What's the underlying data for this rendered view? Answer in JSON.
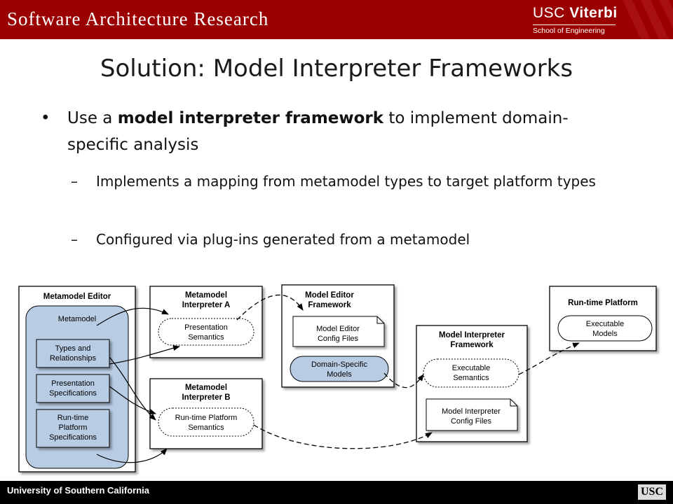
{
  "header": {
    "title": "Software Architecture Research",
    "logo_usc": "USC",
    "logo_viterbi": "Viterbi",
    "logo_school": "School of Engineering",
    "bg_color": "#9b0000"
  },
  "slide": {
    "title": "Solution: Model Interpreter Frameworks",
    "bullet_mark": "•",
    "dash_mark": "–",
    "bullet1": {
      "pre": "Use a ",
      "bold": "model interpreter framework",
      "post": " to implement domain-specific  analysis"
    },
    "sub_bullets": [
      "Implements a mapping from metamodel types to target platform types",
      "Configured via plug-ins generated from a metamodel"
    ]
  },
  "diagram": {
    "metamodel_editor": {
      "title": "Metamodel Editor",
      "metamodel_label": "Metamodel",
      "items": [
        [
          "Types and",
          "Relationships"
        ],
        [
          "Presentation",
          "Specifications"
        ],
        [
          "Run-time",
          "Platform",
          "Specifications"
        ]
      ]
    },
    "interpreter_a": {
      "title": [
        "Metamodel",
        "Interpreter A"
      ],
      "semantics": [
        "Presentation",
        "Semantics"
      ]
    },
    "interpreter_b": {
      "title": [
        "Metamodel",
        "Interpreter B"
      ],
      "semantics": [
        "Run-time Platform",
        "Semantics"
      ]
    },
    "model_editor_framework": {
      "title": [
        "Model Editor",
        "Framework"
      ],
      "config": [
        "Model Editor",
        "Config Files"
      ],
      "models": [
        "Domain-Specific",
        "Models"
      ]
    },
    "model_interpreter_framework": {
      "title": [
        "Model Interpreter",
        "Framework"
      ],
      "semantics": [
        "Executable",
        "Semantics"
      ],
      "config": [
        "Model Interpreter",
        "Config Files"
      ]
    },
    "runtime_platform": {
      "title": "Run-time Platform",
      "models": [
        "Executable",
        "Models"
      ]
    },
    "accent_fill": "#b8cce4"
  },
  "footer": {
    "university": "University of Southern California",
    "mark": "USC"
  }
}
